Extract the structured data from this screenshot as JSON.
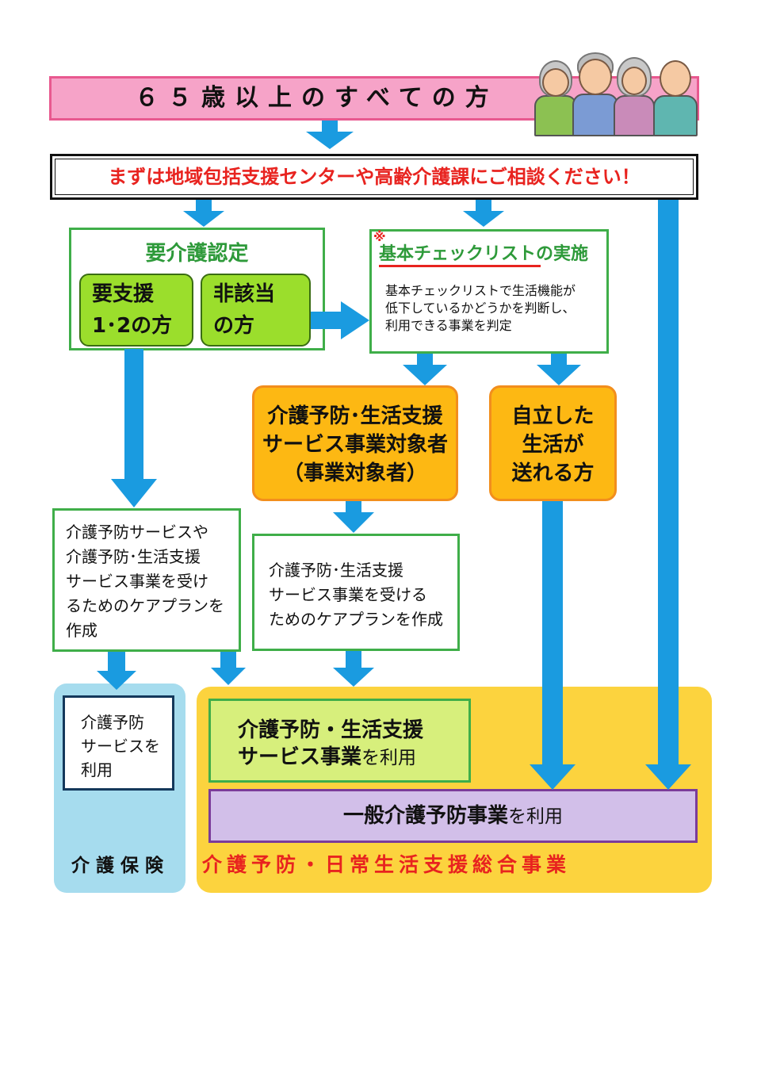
{
  "top": {
    "title": "６５歳以上のすべての方"
  },
  "consult": {
    "text": "まずは地域包括支援センターや高齢介護課にご相談ください！"
  },
  "yokaigo": {
    "title": "要介護認定",
    "yoshien_line1": "要支援",
    "yoshien_line2": "1･2の方",
    "higaito_line1": "非該当",
    "higaito_line2": "の方"
  },
  "checklist": {
    "mark": "※",
    "title": "基本チェックリストの実施",
    "desc_line1": "基本チェックリストで生活機能が",
    "desc_line2": "低下しているかどうかを判断し、",
    "desc_line3": "利用できる事業を判定"
  },
  "taisho": {
    "line1": "介護予防･生活支援",
    "line2": "サービス事業対象者",
    "line3": "（事業対象者）"
  },
  "jiritsu": {
    "line1": "自立した",
    "line2": "生活が",
    "line3": "送れる方"
  },
  "careplan1": {
    "line1": "介護予防サービスや",
    "line2": "介護予防･生活支援",
    "line3": "サービス事業を受け",
    "line4": "るためのケアプランを",
    "line5": "作成"
  },
  "careplan2": {
    "line1": "介護予防･生活支援",
    "line2": "サービス事業を受ける",
    "line3": "ためのケアプランを作成"
  },
  "kaigo_hoken": {
    "inner_line1": "介護予防",
    "inner_line2": "サービスを",
    "inner_line3": "利用",
    "label": "介護保険"
  },
  "sogo": {
    "service_line1": "介護予防・生活支援",
    "service_line2_bold": "サービス事業",
    "service_line2_rest": "を利用",
    "ippan_bold": "一般介護予防事業",
    "ippan_rest": "を利用",
    "label": "介護予防・日常生活支援総合事業"
  },
  "colors": {
    "arrow": "#1a9be0",
    "green_border": "#3fae49",
    "orange_fill": "#fdb813",
    "pink_fill": "#f6a3c8",
    "red_text": "#e8231f"
  }
}
